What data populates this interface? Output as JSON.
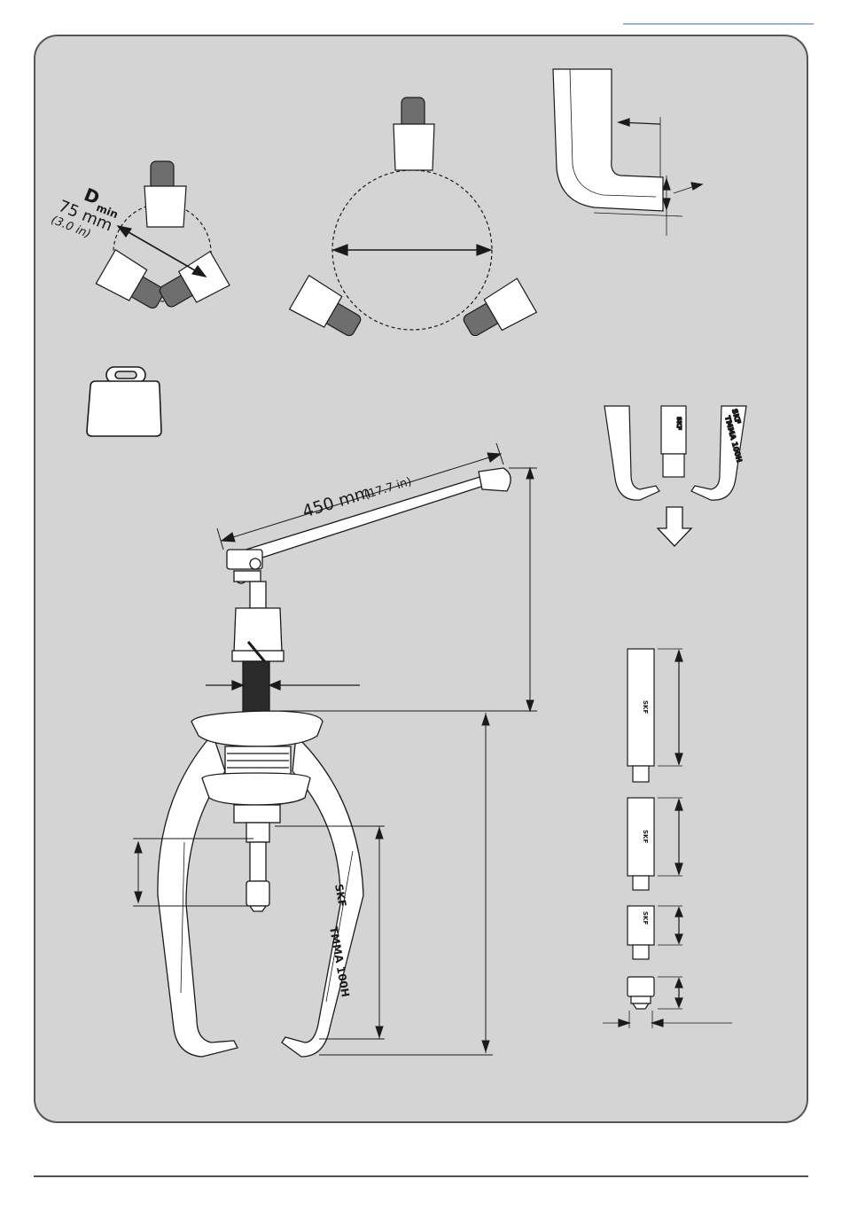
{
  "colors": {
    "panel": "#d4d4d4",
    "panel_border": "#555555",
    "line": "#1a1a1a",
    "jaw_grey": "#6e6e6e",
    "body_light": "#ffffff",
    "rule_blue": "#7a9cc6"
  },
  "labels": {
    "dmin": "D",
    "dmin_sub": "min",
    "dmin_mm": "75 mm",
    "dmin_in": "(3.0 in)",
    "handle_mm": "450 mm",
    "handle_in": "(17.7 in)",
    "brand": "SKF",
    "model": "TMMA 100H"
  },
  "icons": [
    "weight-icon",
    "down-arrow-icon"
  ]
}
